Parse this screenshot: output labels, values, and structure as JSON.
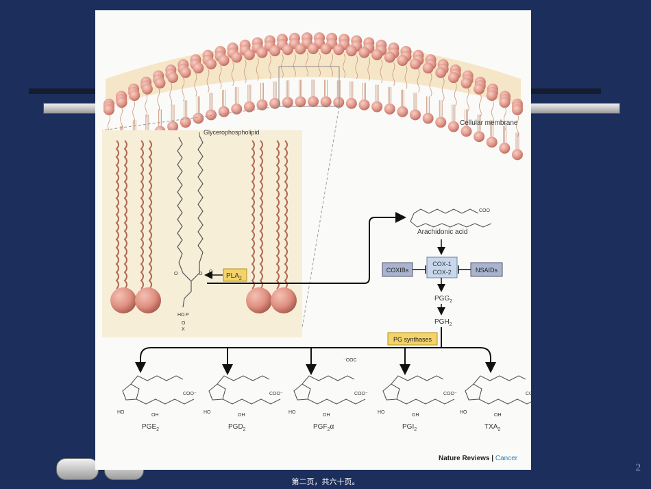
{
  "slide": {
    "page_number": "2",
    "footer": "第二页，共六十页。"
  },
  "figure": {
    "membrane_label": "Cellular membrane",
    "glycerophospholipid_label": "Glycerophospholipid",
    "pla2_label": "PLA",
    "pla2_sub": "2",
    "ho_label": "HO",
    "p_label": "P",
    "o_label": "O",
    "x_label": "X",
    "arachidonic_label": "Arachidonic acid",
    "coo_label": "COO",
    "cox1_label": "COX-1",
    "cox2_label": "COX-2",
    "coxibs_label": "COXIBs",
    "nsaids_label": "NSAIDs",
    "pgg2_label": "PGG",
    "pgh2_label": "PGH",
    "sub2": "2",
    "pg_synthases_label": "PG synthases",
    "products": [
      {
        "name": "PGE",
        "sub": "2",
        "suffix": ""
      },
      {
        "name": "PGD",
        "sub": "2",
        "suffix": ""
      },
      {
        "name": "PGF",
        "sub": "2",
        "suffix": "α"
      },
      {
        "name": "PGI",
        "sub": "2",
        "suffix": ""
      },
      {
        "name": "TXA",
        "sub": "2",
        "suffix": ""
      }
    ],
    "ho_small": "HO",
    "oh_small": "OH",
    "coo_minus": "COO⁻",
    "minus_ooc": "⁻OOC",
    "nature_reviews": "Nature Reviews",
    "separator": "|",
    "cancer": "Cancer",
    "colors": {
      "background": "#1c2e5c",
      "head": "#e8a196",
      "panel": "#f7eed8",
      "pla2_box": "#f3d36a",
      "inhibitor_box": "#a8b4d0",
      "cox_box": "#c8d8ec",
      "cancer": "#2f7fb5"
    }
  }
}
